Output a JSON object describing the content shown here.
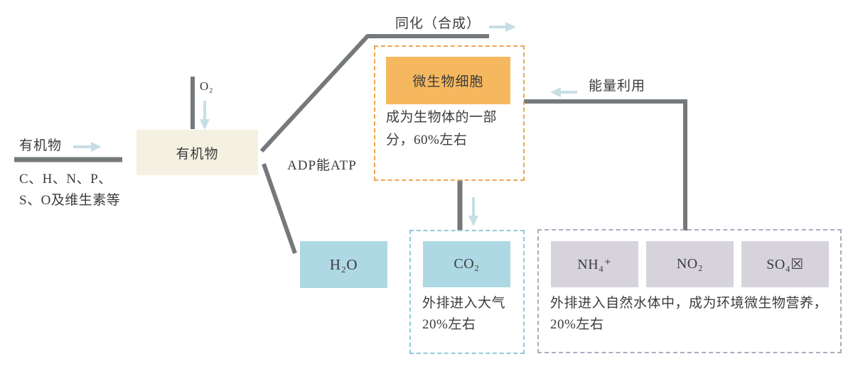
{
  "palette": {
    "line_gray": "#75797c",
    "arrow_blue": "#c7dfe4",
    "beige_fill": "#f5f1e2",
    "orange_fill": "#f6b85f",
    "orange_dash": "#f0a452",
    "blue_fill": "#aed8e4",
    "blue_dash": "#90cbdb",
    "lavender_fill": "#d7d3dd",
    "lavender_dash": "#acaabe",
    "text": "#3c3c3c"
  },
  "input": {
    "label": "有机物",
    "composition_lines": [
      "C、H、N、P、",
      "S、O及维生素等"
    ]
  },
  "organic_box": {
    "label": "有机物"
  },
  "o2": {
    "label": "O₂"
  },
  "assimilation": {
    "label": "同化（合成）"
  },
  "adp": {
    "label": "ADP能ATP"
  },
  "cell": {
    "label": "微生物细胞",
    "note_lines": [
      "成为生物体的一部",
      "分，60%左右"
    ]
  },
  "energy": {
    "label": "能量利用"
  },
  "h2o": {
    "label": "H₂O"
  },
  "co2": {
    "label": "CO₂",
    "note_lines": [
      "外排进入大气",
      "20%左右"
    ]
  },
  "effluent": {
    "boxes": [
      "NH₄⁺",
      "NO₂",
      "SO₄☒"
    ],
    "note_lines": [
      "外排进入自然水体中，成为环境微生物营养，",
      "20%左右"
    ]
  }
}
